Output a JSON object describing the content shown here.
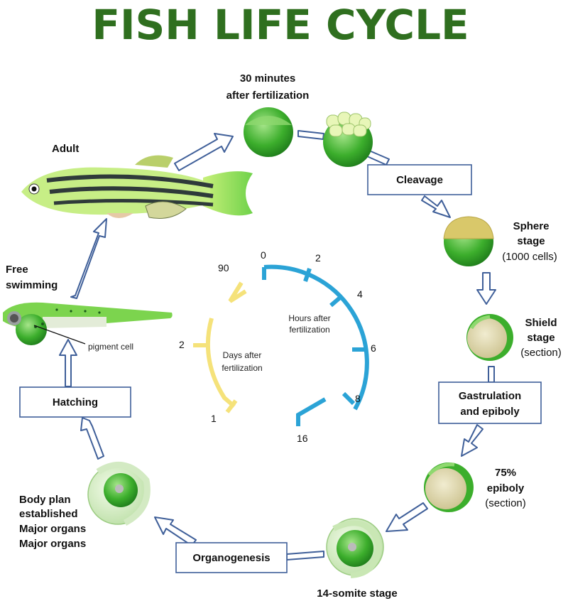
{
  "title": "FISH LIFE CYCLE",
  "stages": {
    "min30": [
      "30 minutes",
      "after fertilization"
    ],
    "sphere": [
      "Sphere",
      "stage",
      "(1000 cells)"
    ],
    "shield": [
      "Shield",
      "stage",
      "(section)"
    ],
    "epiboly75": [
      "75%",
      "epiboly",
      "(section)"
    ],
    "somite14": "14-somite stage",
    "bodyplan": [
      "Body plan",
      "established",
      "Major organs",
      "Major organs"
    ],
    "free": [
      "Free",
      "swimming"
    ],
    "adult": "Adult",
    "pigment": "pigment cell"
  },
  "process_boxes": {
    "cleavage": "Cleavage",
    "gastrulation": [
      "Gastrulation",
      "and epiboly"
    ],
    "organogenesis": "Organogenesis",
    "hatching": "Hatching"
  },
  "center_scale": {
    "hours_label": [
      "Hours after",
      "fertilization"
    ],
    "days_label": [
      "Days after",
      "fertilization"
    ],
    "hour_ticks": [
      "0",
      "2",
      "4",
      "6",
      "8",
      "16"
    ],
    "day_ticks": [
      "90",
      "2",
      "1"
    ]
  },
  "colors": {
    "title": "#2f6f1f",
    "arrow_outline": "#3f5f99",
    "hours_arc": "#2ba3d6",
    "days_arc": "#f5e27a",
    "embryo_green": "#3cae2c",
    "yolk": "#d8cfa0"
  }
}
